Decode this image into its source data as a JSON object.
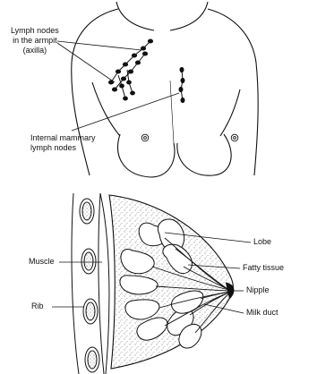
{
  "upper_figure": {
    "labels": {
      "axilla_line1": "Lymph nodes",
      "axilla_line2": "in the armpit",
      "axilla_line3": "(axilla)",
      "mammary_line1": "Internal mammary",
      "mammary_line2": "lymph nodes"
    }
  },
  "lower_figure": {
    "labels": {
      "lobe": "Lobe",
      "fatty_tissue": "Fatty tissue",
      "nipple": "Nipple",
      "milk_duct": "Milk duct",
      "muscle": "Muscle",
      "rib": "Rib"
    }
  }
}
